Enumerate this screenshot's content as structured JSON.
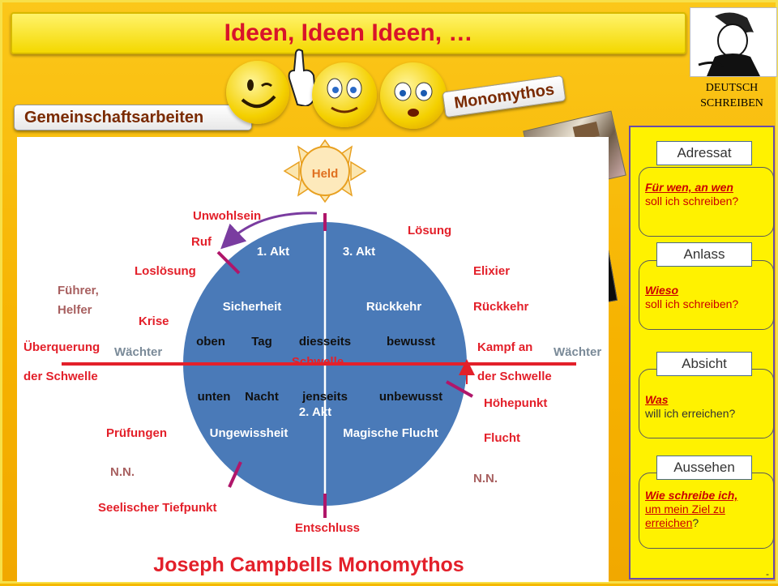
{
  "title": "Ideen, Ideen Ideen, …",
  "labels": {
    "gemeinschaft": "Gemeinschaftsarbeiten",
    "monomythos": "Monomythos",
    "brand_line1": "DEUTSCH",
    "brand_line2": "SCHREIBEN"
  },
  "diagram": {
    "hero": "Held",
    "title": "Joseph Campbells Monomythos",
    "outer_left": [
      "Unwohlsein",
      "Ruf",
      "Loslösung",
      "Führer,",
      "Helfer",
      "Krise",
      "Überquerung",
      "der Schwelle",
      "Prüfungen",
      "N.N.",
      "Seelischer Tiefpunkt"
    ],
    "outer_right": [
      "Lösung",
      "Elixier",
      "Rückkehr",
      "Kampf an",
      "der Schwelle",
      "Höhepunkt",
      "Flucht",
      "N.N."
    ],
    "guardians": [
      "Wächter",
      "Wächter"
    ],
    "acts": [
      "1. Akt",
      "3. Akt",
      "2. Akt"
    ],
    "inner": {
      "sicherheit": "Sicherheit",
      "rueckkehr": "Rückkehr",
      "oben": "oben",
      "tag": "Tag",
      "diesseits": "diesseits",
      "bewusst": "bewusst",
      "schwelle": "Schwelle",
      "unten": "unten",
      "nacht": "Nacht",
      "jenseits": "jenseits",
      "unbewusst": "unbewusst",
      "ungewissheit": "Ungewissheit",
      "magische_flucht": "Magische Flucht"
    },
    "bottom": "Entschluss"
  },
  "side_panel": [
    {
      "tag": "Adressat",
      "line1": "Für wen, an wen",
      "line2": "soll ich schreiben?"
    },
    {
      "tag": "Anlass",
      "line1": "Wieso",
      "line2": "soll ich schreiben?"
    },
    {
      "tag": "Absicht",
      "line1": "Was",
      "line2": "will ich erreichen?"
    },
    {
      "tag": "Aussehen",
      "line1": "Wie schreibe ich,",
      "line2": "um mein Ziel zu",
      "line3": "erreichen",
      "line3_end": "?"
    }
  ],
  "footnote": "-",
  "colors": {
    "circle": "#4a7ab8",
    "accent": "#d8142a",
    "stroke": "#e3202a",
    "marker": "#b0166a",
    "arrow": "#7a3ca0"
  }
}
